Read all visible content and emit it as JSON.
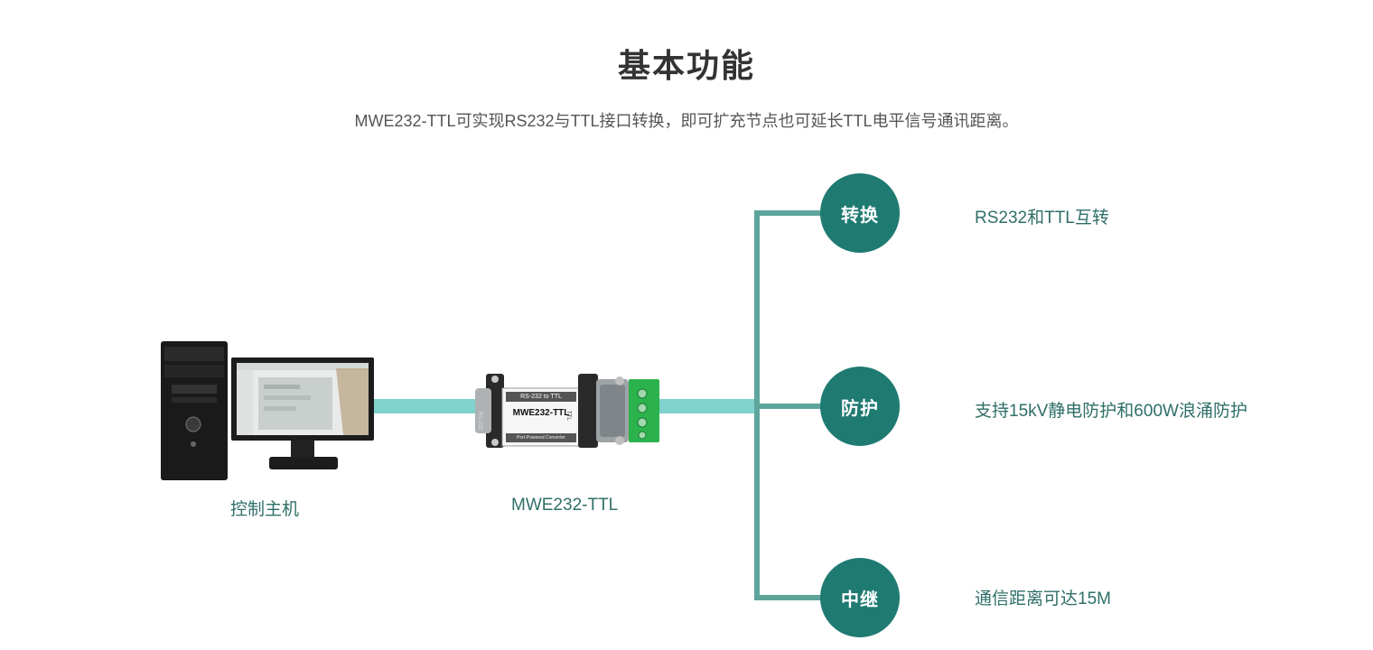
{
  "title": "基本功能",
  "subtitle": "MWE232-TTL可实现RS232与TTL接口转换，即可扩充节点也可延长TTL电平信号通讯距离。",
  "devices": {
    "host_label": "控制主机",
    "converter_label": "MWE232-TTL",
    "converter_top_text": "RS-232 to TTL",
    "converter_model_text": "MWE232-TTL",
    "converter_side_text": "RS-232",
    "converter_ttl_text": "TTL",
    "converter_bottom_text": "Port-Powered Converter"
  },
  "functions": [
    {
      "name": "转换",
      "desc": "RS232和TTL互转"
    },
    {
      "name": "防护",
      "desc": "支持15kV静电防护和600W浪涌防护"
    },
    {
      "name": "中继",
      "desc": "通信距离可达15M"
    }
  ],
  "colors": {
    "cable": "#7fd3cc",
    "branch": "#5ea59b",
    "node": "#1f7a72",
    "label": "#2f6f68"
  }
}
